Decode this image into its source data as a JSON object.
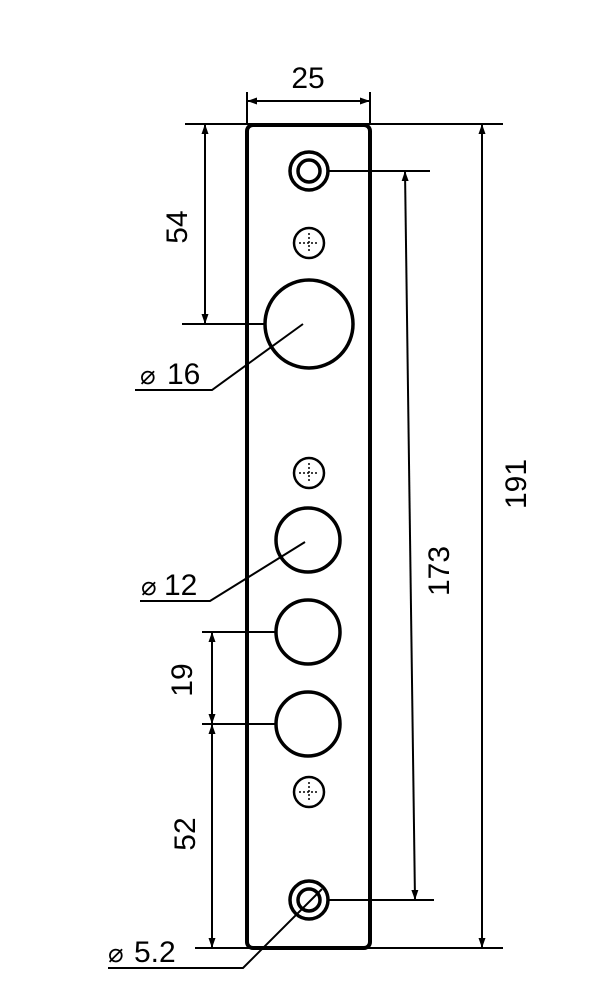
{
  "drawing": {
    "stroke_color": "#000000",
    "background_color": "#ffffff",
    "dimensions": {
      "width": "25",
      "top_to_large_hole": "54",
      "upper_to_lower_mounting": "173",
      "overall_height": "191",
      "hole_spacing": "19",
      "bottom_to_hole": "52"
    },
    "diameters": {
      "large_hole": {
        "symbol": "⌀",
        "value": "16"
      },
      "medium_holes": {
        "symbol": "⌀",
        "value": "12"
      },
      "mounting_holes": {
        "symbol": "⌀",
        "value": "5.2"
      }
    }
  }
}
